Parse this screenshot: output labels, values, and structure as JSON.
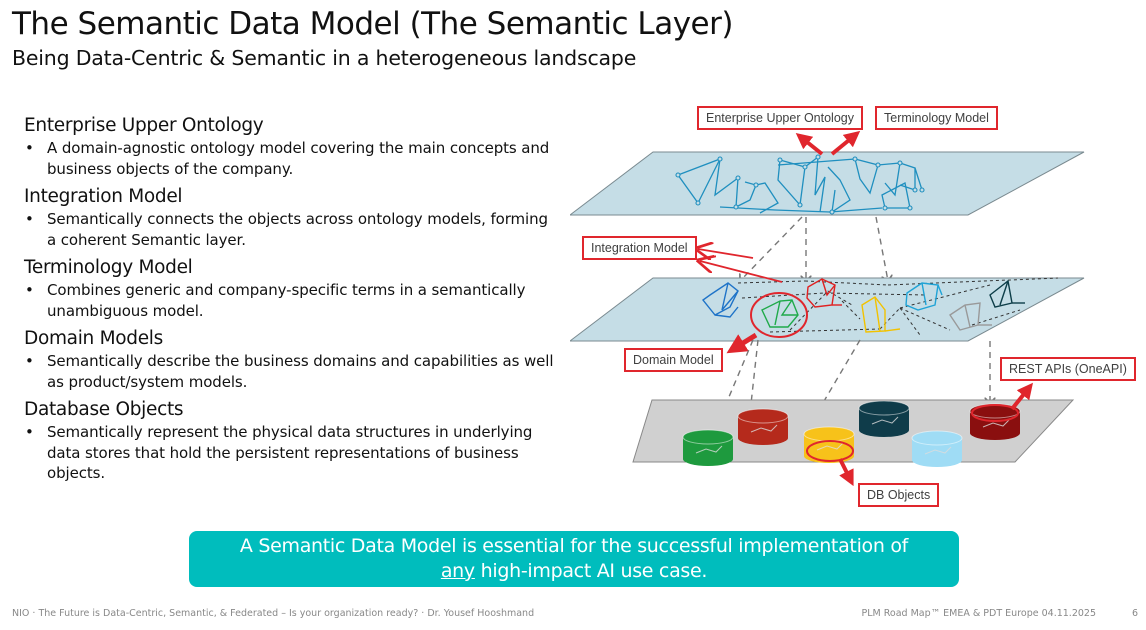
{
  "header": {
    "title": "The Semantic Data Model (The Semantic Layer)",
    "subtitle": "Being Data-Centric & Semantic in a heterogeneous landscape"
  },
  "sections": [
    {
      "heading": "Enterprise Upper Ontology",
      "bullet": "A domain-agnostic ontology model covering the main concepts and business objects of the company."
    },
    {
      "heading": "Integration Model",
      "bullet": "Semantically connects the objects across ontology models, forming a coherent Semantic layer."
    },
    {
      "heading": "Terminology Model",
      "bullet": "Combines generic and company-specific terms in a semantically unambiguous model."
    },
    {
      "heading": "Domain Models",
      "bullet": "Semantically describe the business domains and capabilities as well as product/system models."
    },
    {
      "heading": "Database Objects",
      "bullet": "Semantically represent the physical data structures in underlying data stores that hold the persistent representations of business objects."
    }
  ],
  "bullet_char": "•",
  "diagram": {
    "labels": {
      "enterprise_upper_ontology": "Enterprise Upper Ontology",
      "terminology_model": "Terminology Model",
      "integration_model": "Integration Model",
      "domain_model": "Domain Model",
      "rest_apis": "REST APIs (OneAPI)",
      "db_objects": "DB Objects"
    },
    "colors": {
      "plane_top": "#c5dde6",
      "plane_bottom": "#d0d0d0",
      "accent_red": "#e0262d",
      "ontology_graph": "#1f8fbf"
    },
    "domain_graph_colors": [
      "#1e73c8",
      "#1faa4a",
      "#e02020",
      "#f2c200",
      "#1fa3d6",
      "#999999",
      "#0d3d48"
    ],
    "databases": [
      {
        "name": "green",
        "color": "#1e9a3e"
      },
      {
        "name": "red",
        "color": "#b52a1c"
      },
      {
        "name": "yellow",
        "color": "#f7c21a"
      },
      {
        "name": "dark-teal",
        "color": "#0f3c4a"
      },
      {
        "name": "light-blue",
        "color": "#9fdcf5"
      },
      {
        "name": "dark-red",
        "color": "#8a0f0f"
      }
    ]
  },
  "callout": {
    "line1": "A Semantic Data Model is essential for the successful implementation of",
    "underlined": "any",
    "line2_rest": " high-impact AI use case.",
    "background": "#00bdbd"
  },
  "footer": {
    "left": "NIO · The Future is Data-Centric, Semantic, & Federated – Is your organization ready? · Dr. Yousef Hooshmand",
    "right": "PLM Road Map™ EMEA & PDT Europe 04.11.2025",
    "page_number": "6"
  }
}
